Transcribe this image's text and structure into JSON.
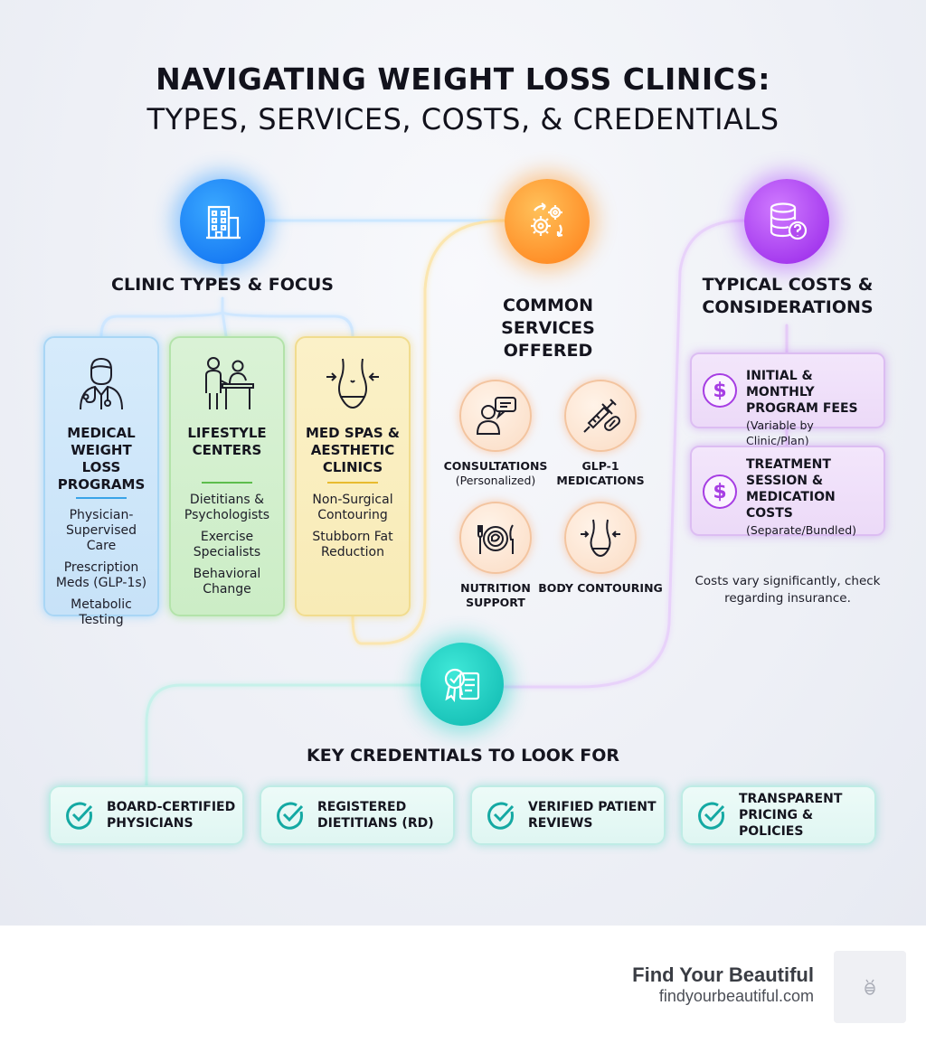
{
  "title": {
    "line1": "NAVIGATING WEIGHT LOSS CLINICS:",
    "line2": "TYPES, SERVICES, COSTS, & CREDENTIALS"
  },
  "sections": {
    "clinic_types": "CLINIC TYPES & FOCUS",
    "services": "COMMON SERVICES OFFERED",
    "costs": "TYPICAL COSTS & CONSIDERATIONS",
    "credentials": "KEY CREDENTIALS TO LOOK FOR"
  },
  "clinic_columns": [
    {
      "heading": "MEDICAL WEIGHT LOSS PROGRAMS",
      "icon": "doctor-icon",
      "items": [
        "Physician-Supervised Care",
        "Prescription Meds (GLP-1s)",
        "Metabolic Testing"
      ]
    },
    {
      "heading": "LIFESTYLE CENTERS",
      "icon": "consultation-desk-icon",
      "items": [
        "Dietitians & Psychologists",
        "Exercise Specialists",
        "Behavioral Change"
      ]
    },
    {
      "heading": "MED SPAS & AESTHETIC CLINICS",
      "icon": "body-contour-icon",
      "items": [
        "Non-Surgical Contouring",
        "Stubborn Fat Reduction"
      ]
    }
  ],
  "services": [
    {
      "label": "CONSULTATIONS",
      "sub": "(Personalized)",
      "icon": "consultation-icon"
    },
    {
      "label": "GLP-1 MEDICATIONS",
      "sub": "",
      "icon": "syringe-pill-icon"
    },
    {
      "label": "NUTRITION SUPPORT",
      "sub": "",
      "icon": "plate-icon"
    },
    {
      "label": "BODY CONTOURING",
      "sub": "",
      "icon": "waist-icon"
    }
  ],
  "costs": [
    {
      "title": "INITIAL & MONTHLY PROGRAM FEES",
      "sub": "(Variable by Clinic/Plan)"
    },
    {
      "title": "TREATMENT SESSION & MEDICATION COSTS",
      "sub": "(Separate/Bundled)"
    }
  ],
  "cost_note": "Costs vary significantly, check regarding insurance.",
  "credentials": [
    "BOARD-CERTIFIED PHYSICIANS",
    "REGISTERED DIETITIANS (RD)",
    "VERIFIED PATIENT REVIEWS",
    "TRANSPARENT PRICING & POLICIES"
  ],
  "hub_icons": [
    "building-icon",
    "gears-icon",
    "coins-question-icon",
    "certificate-icon"
  ],
  "colors": {
    "blue": "#0c6cf0",
    "orange": "#ff7d16",
    "purple": "#9522e8",
    "teal": "#0cb6ae"
  },
  "footer": {
    "brand": "Find Your Beautiful",
    "domain": "findyourbeautiful.com"
  }
}
